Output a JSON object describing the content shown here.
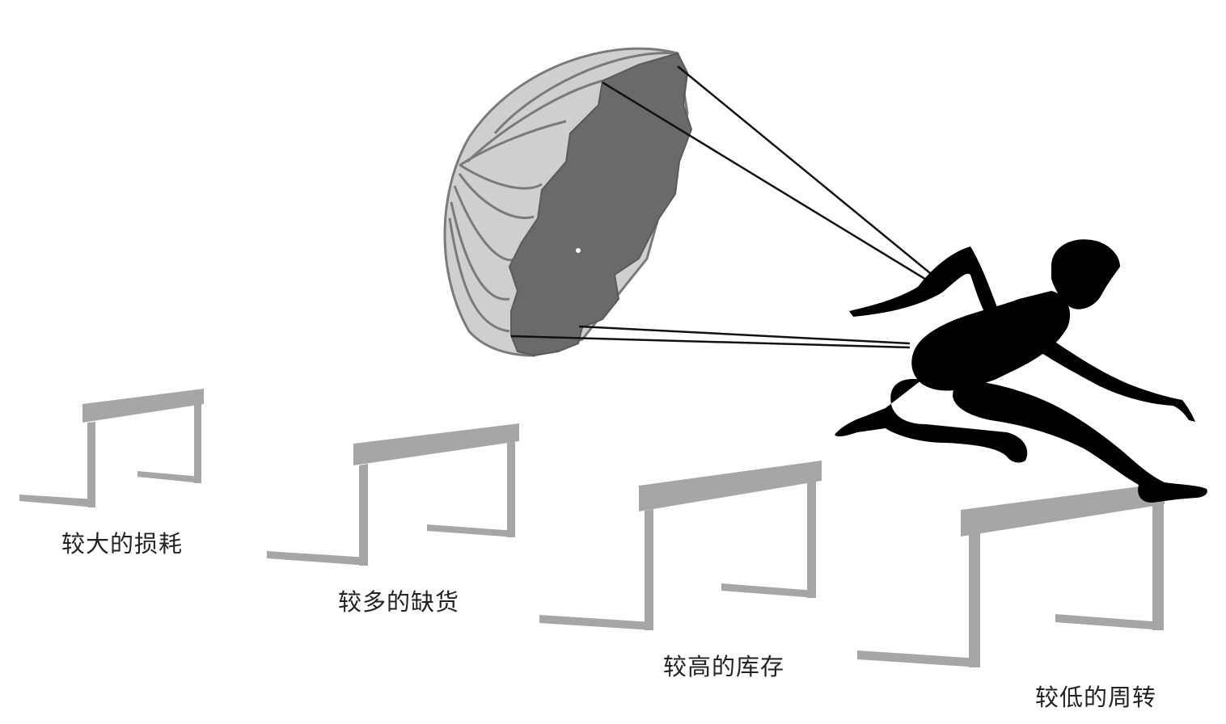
{
  "hurdles": [
    {
      "label": "较大的损耗"
    },
    {
      "label": "较多的缺货"
    },
    {
      "label": "较高的库存"
    },
    {
      "label": "较低的周转"
    }
  ],
  "colors": {
    "hurdle": "#a6a6a6",
    "canopy_light": "#cfcfcf",
    "canopy_dark": "#6a6a6a",
    "runner": "#000000",
    "background": "#ffffff"
  },
  "icons": [
    "parachute-icon",
    "runner-icon",
    "hurdle-icon"
  ]
}
